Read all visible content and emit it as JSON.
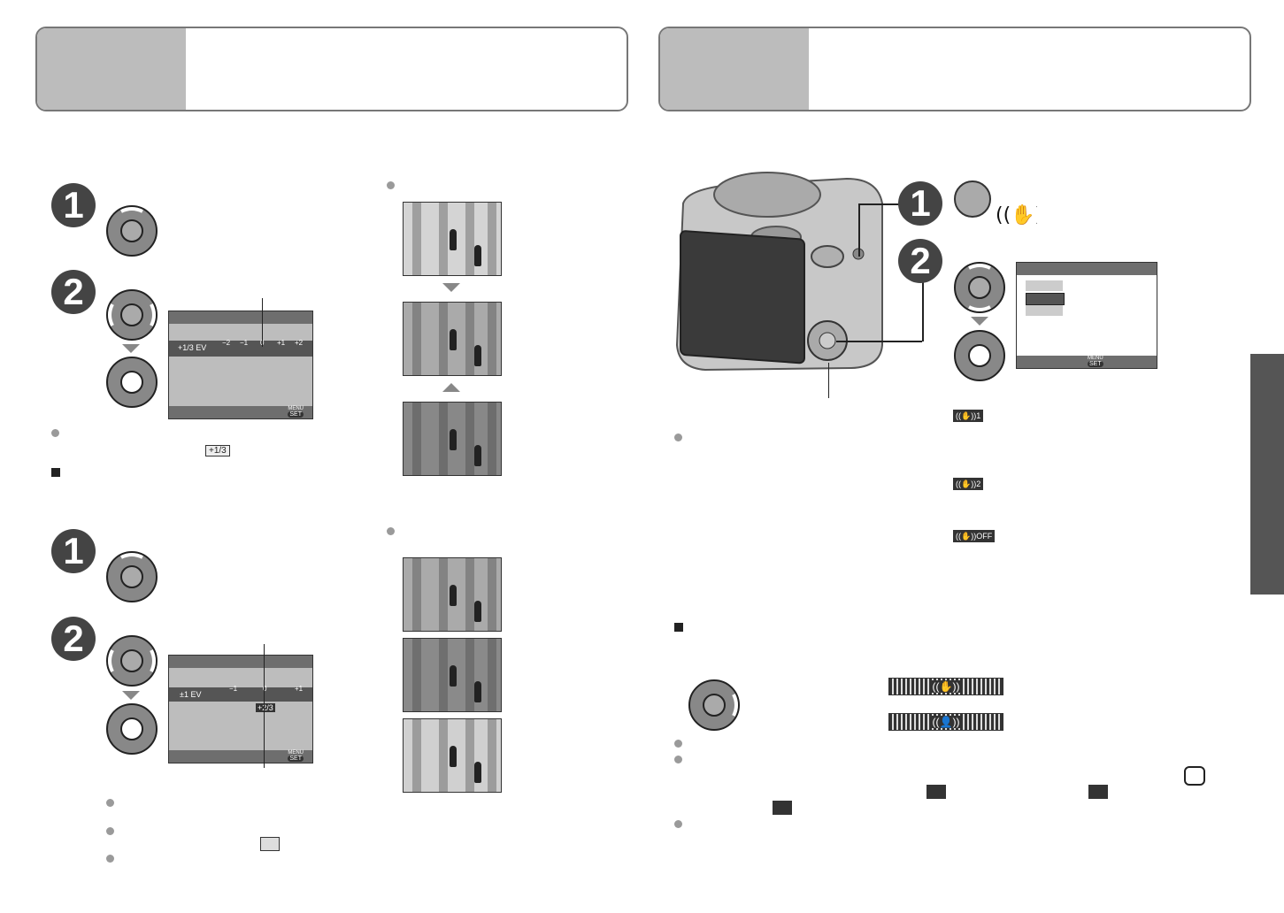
{
  "left_panel": {
    "exposure_step_screen": {
      "ev_value": "+1/3 EV",
      "scale_labels": [
        "−2",
        "−1",
        "0",
        "+1",
        "+2"
      ],
      "menu_label": "MENU",
      "set_label": "SET"
    },
    "inline_indicator": "+1/3",
    "bracket_step_screen": {
      "ev_value": "±1 EV",
      "scale_labels": [
        "−1",
        "0",
        "+1"
      ],
      "bracket_value": "+2/3",
      "menu_label": "MENU",
      "set_label": "SET"
    }
  },
  "right_panel": {
    "mode_icons": [
      "stabilizer-mode-1-icon",
      "stabilizer-mode-2-icon",
      "stabilizer-off-icon"
    ],
    "mode_labels": [
      "1",
      "2",
      "OFF"
    ],
    "menu_screen": {
      "menu_label": "MENU",
      "set_label": "SET"
    }
  },
  "colors": {
    "header_tab": "#bcbcbc",
    "step_circle": "#444444",
    "side_tab": "#555555"
  }
}
